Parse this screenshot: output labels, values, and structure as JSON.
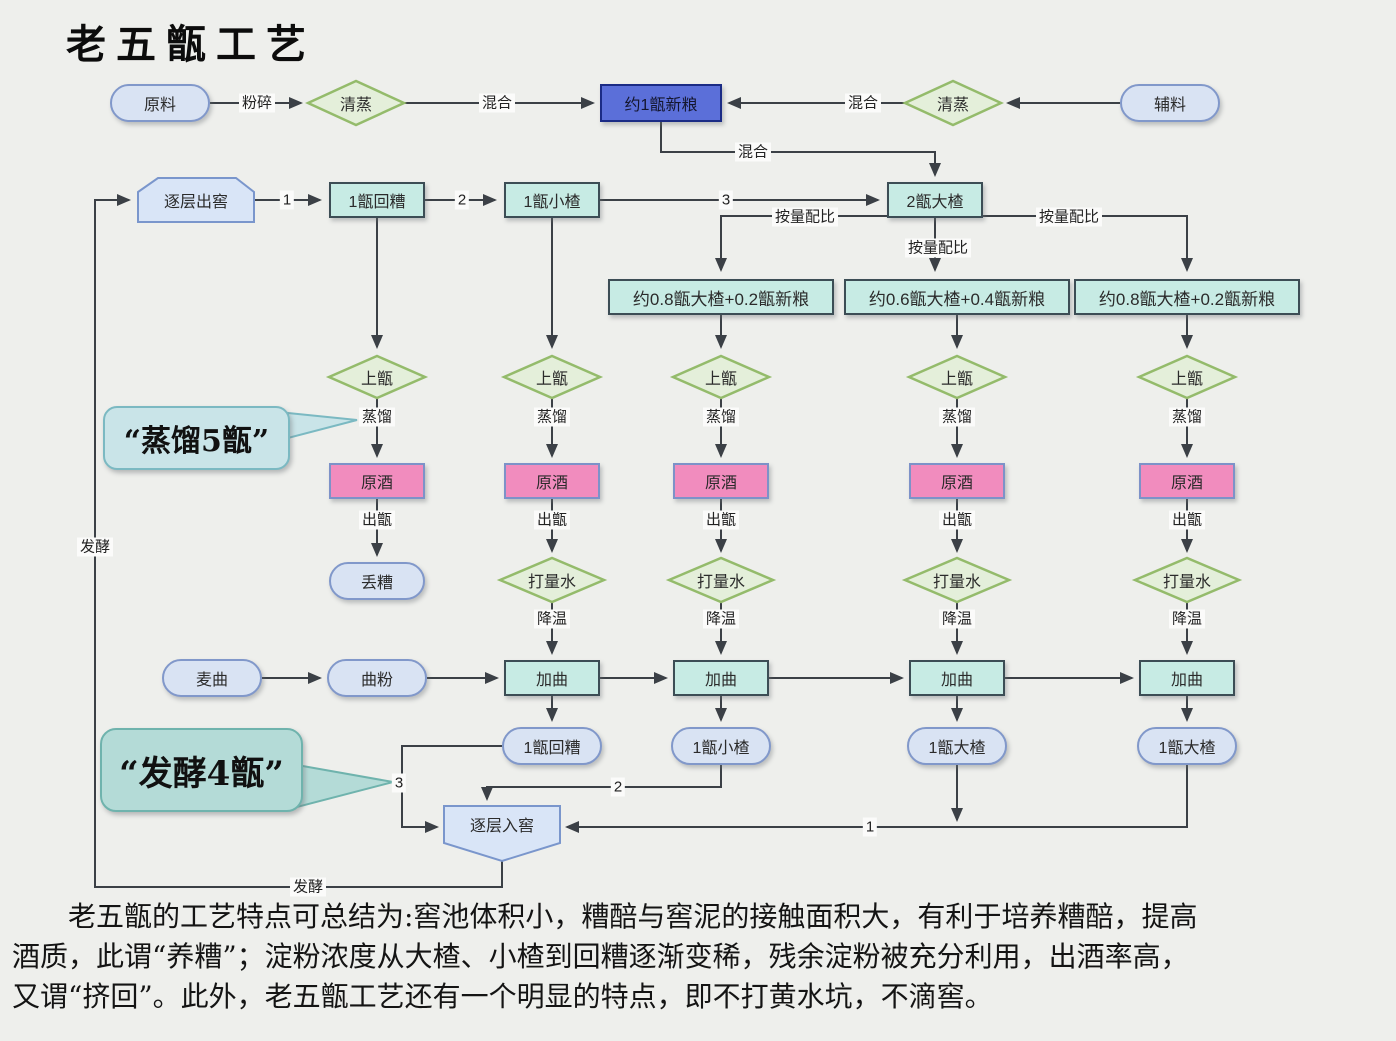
{
  "title": "老五甑工艺",
  "colors": {
    "background": "#eeefec",
    "teal_box": "#c7ebe4",
    "pink_box": "#f18cbe",
    "blue_box": "#5b6fd9",
    "pill_box": "#d9e3f3",
    "diamond": "#e4efda",
    "diamond_border": "#94bb6b",
    "line": "#3b4046",
    "callout_distill": "#c9e4e8",
    "callout_ferment": "#b4dbd7"
  },
  "nodes": {
    "raw_material": "原料",
    "crush": "粉碎",
    "steam": "清蒸",
    "mix_label": "混合",
    "new_grain": "约1甑新粮",
    "auxiliary": "辅料",
    "out_cellar": "逐层出窖",
    "hui_zao_1": "1甑回糟",
    "xiao_zha_1": "1甑小楂",
    "da_zha_2": "2甑大楂",
    "ratio": "按量配比",
    "mix1": "约0.8甑大楂+0.2甑新粮",
    "mix2": "约0.6甑大楂+0.4甑新粮",
    "mix3": "约0.8甑大楂+0.2甑新粮",
    "shang_zeng": "上甑",
    "zheng_liu": "蒸馏",
    "yuan_jiu": "原酒",
    "chu_zeng": "出甑",
    "diu_zao": "丢糟",
    "da_liang_shui": "打量水",
    "jiang_wen": "降温",
    "jia_qu": "加曲",
    "mai_qu": "麦曲",
    "qu_fen": "曲粉",
    "res_huizao": "1甑回糟",
    "res_xiaozha": "1甑小楂",
    "res_dazha": "1甑大楂",
    "in_cellar": "逐层入窖",
    "ferment": "发酵",
    "n1": "1",
    "n2": "2",
    "n3": "3"
  },
  "callouts": {
    "distill": "“蒸馏5甑”",
    "ferment": "“发酵4甑”"
  },
  "paragraph": {
    "line1": "老五甑的工艺特点可总结为:窖池体积小，糟醅与窖泥的接触面积大，有利于培养糟醅，提高",
    "line2": "酒质，此谓“养糟”；淀粉浓度从大楂、小楂到回糟逐渐变稀，残余淀粉被充分利用，出酒率高，",
    "line3": "又谓“挤回”。此外，老五甑工艺还有一个明显的特点，即不打黄水坑，不滴窖。"
  }
}
